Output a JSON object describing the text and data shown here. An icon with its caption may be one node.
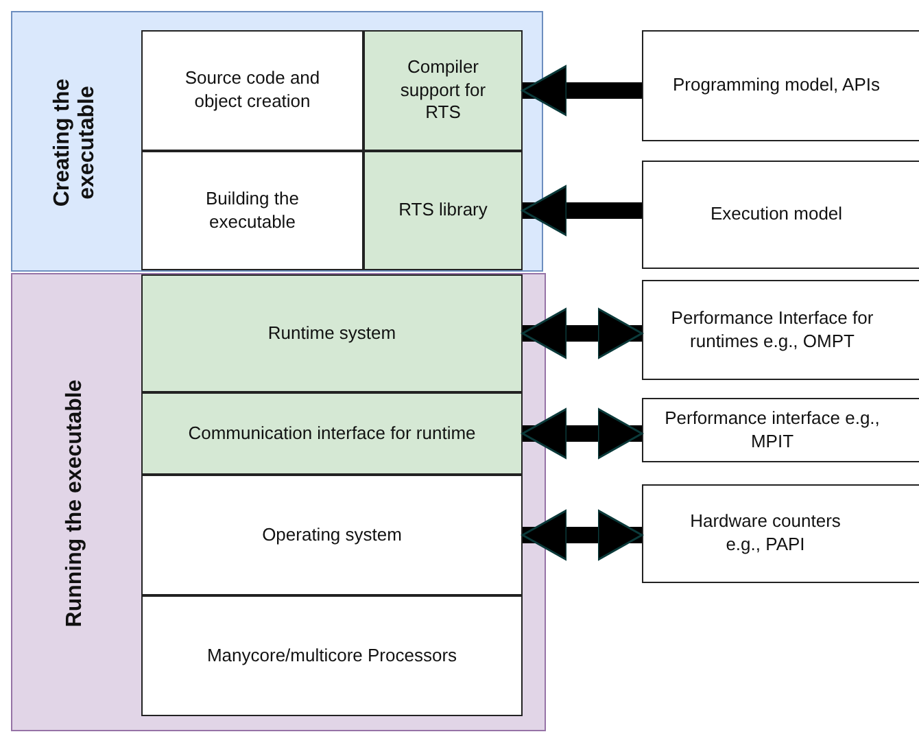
{
  "diagram": {
    "nodes": [
      {
        "text": [
          "Creating the executable"
        ]
      },
      {
        "text": [
          "Running the executable"
        ]
      },
      {
        "text": [
          "Source code and object creation"
        ],
        "in": 0
      },
      {
        "text": [
          "Compiler support for RTS"
        ],
        "in": 0
      },
      {
        "text": [
          "Building the executable"
        ],
        "in": 0
      },
      {
        "text": [
          "RTS library"
        ],
        "in": 0
      },
      {
        "text": [
          "Runtime system"
        ],
        "in": 1
      },
      {
        "text": [
          "Communication interface for runtime"
        ],
        "in": 1
      },
      {
        "text": [
          "Operating system"
        ],
        "in": 1
      },
      {
        "text": [
          "Manycore/multicore Processors"
        ],
        "in": 1
      },
      {
        "text": [
          "Programming model, APIs"
        ]
      },
      {
        "text": [
          "Execution model"
        ]
      },
      {
        "text": [
          "Performance Interface for runtimes e.g., OMPT"
        ]
      },
      {
        "text": [
          "Performance interface e.g., MPIT"
        ]
      },
      {
        "text": [
          "Hardware counters e.g., PAPI"
        ]
      }
    ],
    "edges": [
      {
        "from": 10,
        "to": 3,
        "arrow": "to"
      },
      {
        "from": 11,
        "to": 5,
        "arrow": "to"
      },
      {
        "from": 6,
        "to": 12,
        "arrow": "both"
      },
      {
        "from": 7,
        "to": 13,
        "arrow": "both"
      },
      {
        "from": 8,
        "to": 14,
        "arrow": "both"
      }
    ]
  }
}
